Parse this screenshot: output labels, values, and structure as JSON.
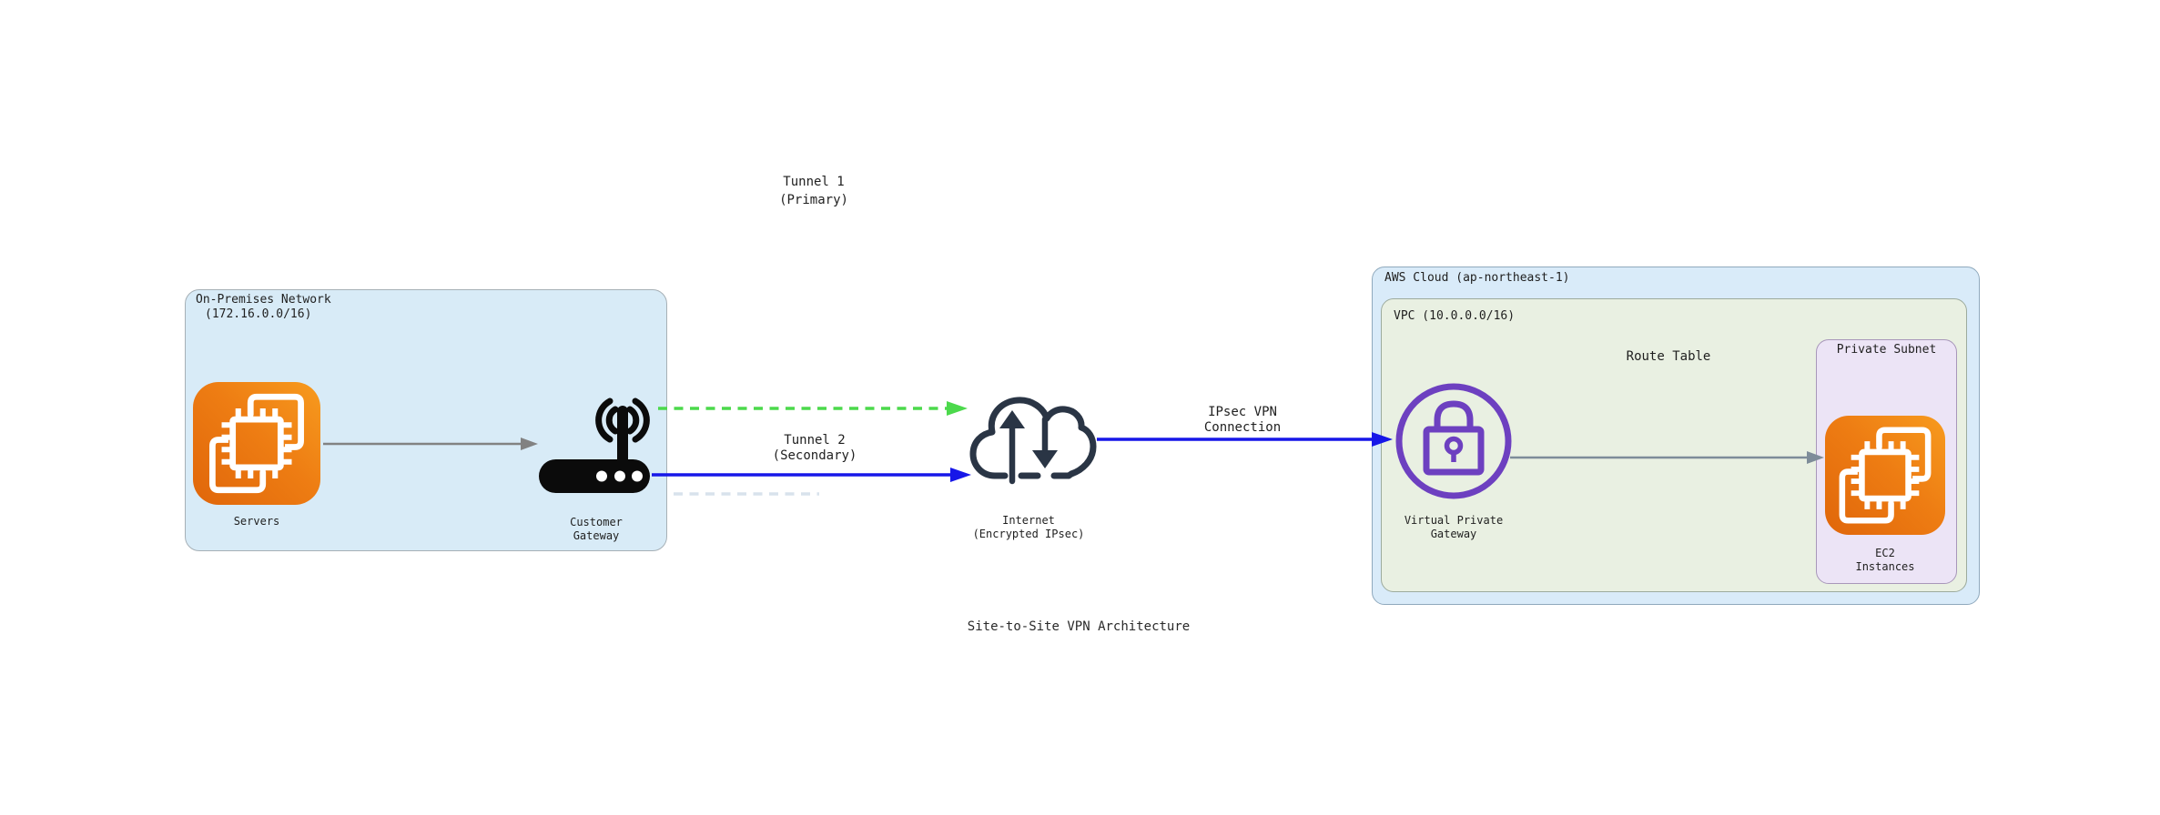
{
  "diagram": {
    "title": "Site-to-Site VPN Architecture",
    "on_premises": {
      "label_line1": "On-Premises Network",
      "label_line2": "(172.16.0.0/16)",
      "servers_caption": "Servers",
      "gateway_caption_line1": "Customer",
      "gateway_caption_line2": "Gateway"
    },
    "tunnels": {
      "tunnel1_line1": "Tunnel 1",
      "tunnel1_line2": "(Primary)",
      "tunnel2_line1": "Tunnel 2",
      "tunnel2_line2": "(Secondary)"
    },
    "internet": {
      "caption_line1": "Internet",
      "caption_line2": "(Encrypted IPsec)"
    },
    "vpn_connection": {
      "label_line1": "IPsec VPN",
      "label_line2": "Connection"
    },
    "aws": {
      "cloud_label": "AWS Cloud (ap-northeast-1)",
      "vpc_label": "VPC (10.0.0.0/16)",
      "route_table_label": "Route Table",
      "vpg_caption_line1": "Virtual Private",
      "vpg_caption_line2": "Gateway",
      "private_subnet_label": "Private Subnet",
      "ec2_caption_line1": "EC2",
      "ec2_caption_line2": "Instances"
    },
    "colors": {
      "on_prem_fill": "#d8ebf7",
      "aws_cloud_fill": "#d9ebf9",
      "vpc_fill": "#e9f0e2",
      "private_subnet_fill": "#ece4f6",
      "tunnel_primary_green": "#4cd94c",
      "tunnel_secondary_blue": "#1717e8",
      "aws_orange": "#ec7211",
      "vpg_purple": "#6d40c0",
      "internet_icon_dark": "#2a3545",
      "arrow_gray": "#828282"
    }
  }
}
